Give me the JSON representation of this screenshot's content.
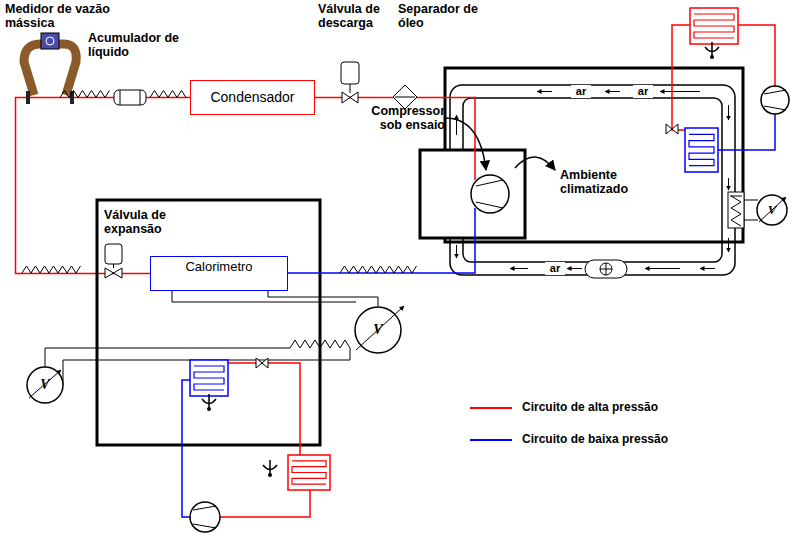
{
  "diagram": {
    "nodes": [
      {
        "text": [
          "Condensador"
        ]
      },
      {
        "text": [
          "Calorimetro"
        ]
      }
    ],
    "edges": [
      {
        "from": 0,
        "to": 1,
        "arrow": "none"
      }
    ],
    "labels": [
      "Medidor de vazão mássica",
      "Acumulador de líquido",
      "Válvula de descarga",
      "Separador de óleo",
      "Compressor sob ensaio",
      "Ambiente climatizado",
      "Válvula de expansão",
      "ar",
      "ar",
      "ar",
      "V",
      "V",
      "V"
    ],
    "legend": [
      {
        "text": "Circuito de alta pressão",
        "color": "#ff0000"
      },
      {
        "text": "Circuito de baixa pressão",
        "color": "#0000ff"
      }
    ]
  }
}
